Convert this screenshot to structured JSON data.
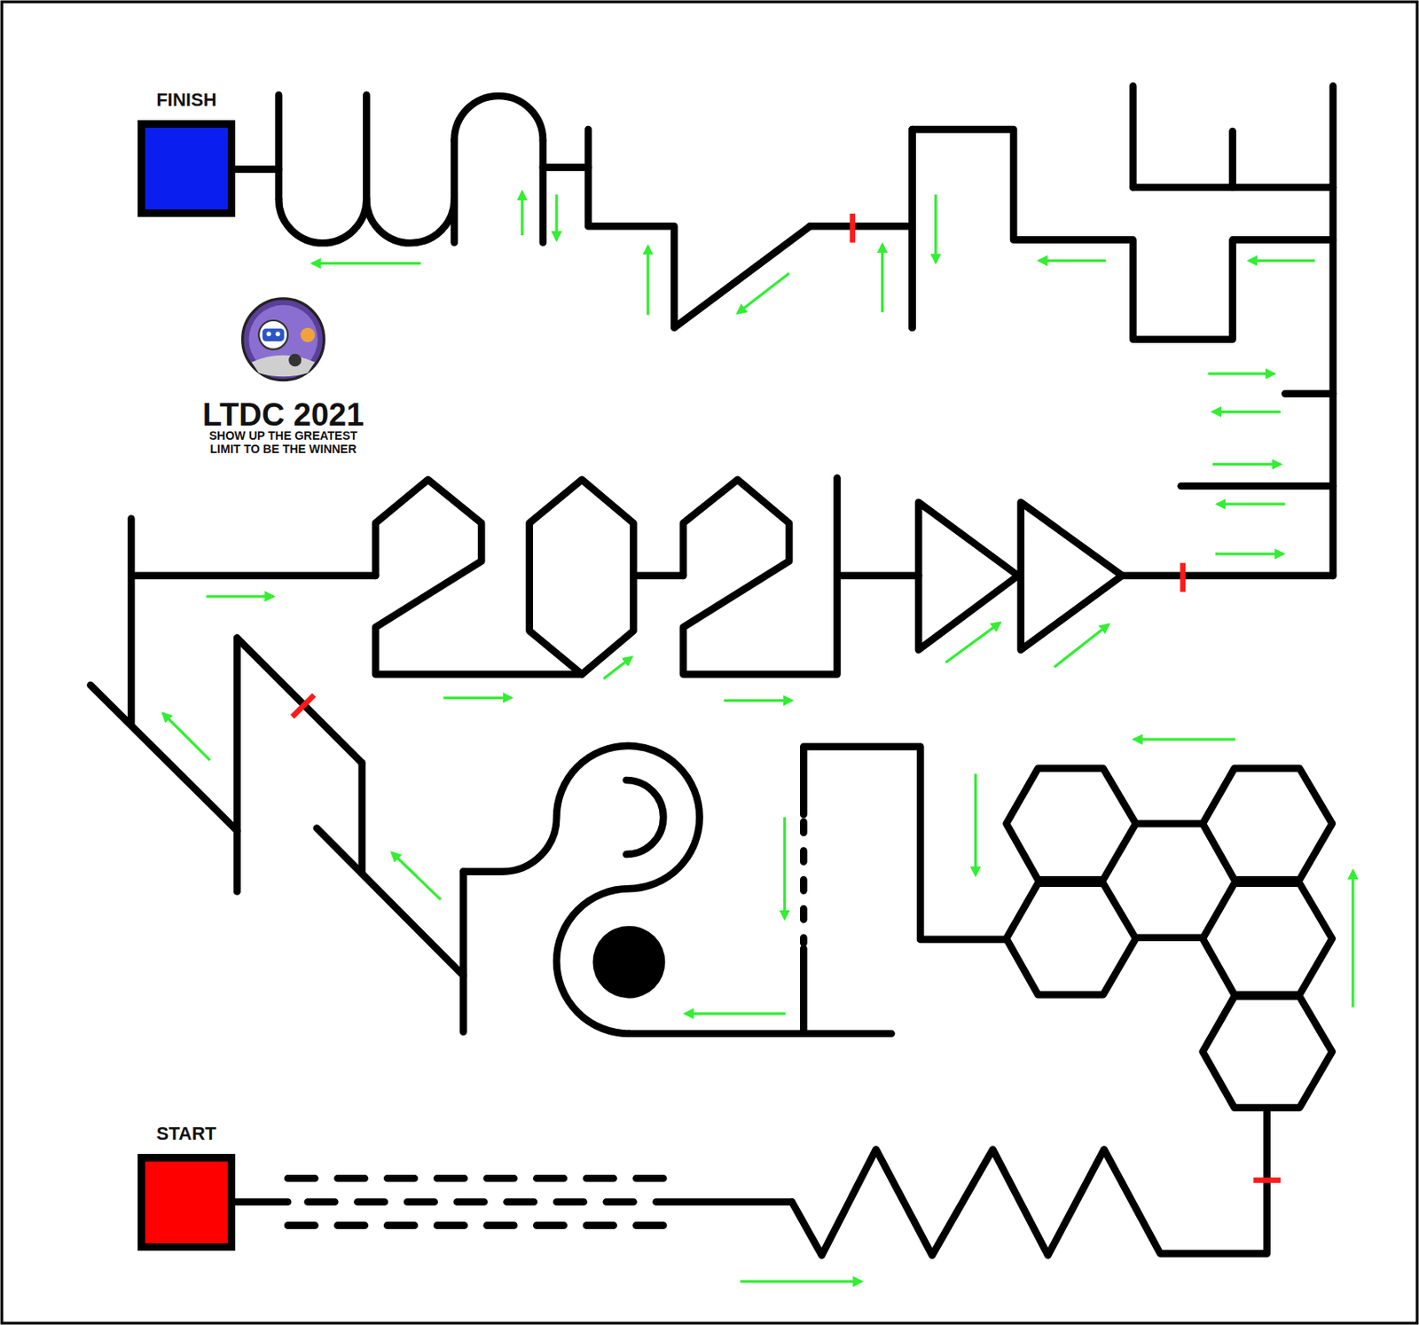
{
  "diagram": {
    "nodes": [
      {
        "text": [
          "FINISH"
        ]
      },
      {
        "text": [
          "START"
        ]
      }
    ],
    "labels": [
      "LTDC 2021",
      "SHOW UP THE GREATEST LIMIT TO BE THE WINNER"
    ]
  }
}
